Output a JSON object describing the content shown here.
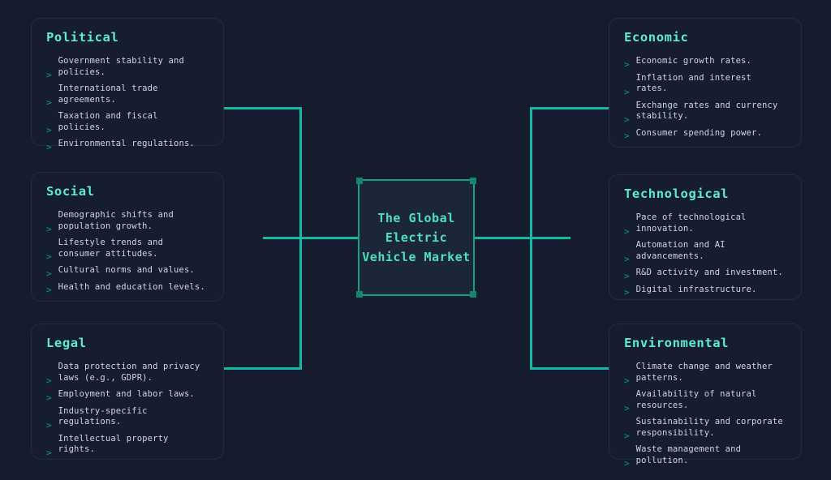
{
  "theme": {
    "background": "#141c2e",
    "card_background": "#151d2f",
    "card_border": "#232c42",
    "accent_heading": "#5eead4",
    "accent_connector": "#14b8a6",
    "bullet_color": "#0e9f6e",
    "body_text": "#ccd6e4",
    "center_node_background": "#1c2639",
    "center_node_border": "#13a184",
    "center_node_text": "#4fe0bb",
    "handle_color": "#12876c"
  },
  "center": {
    "label": "The Global\nElectric\nVehicle Market",
    "selected": true,
    "handles": [
      "top-left",
      "top-right",
      "bottom-left",
      "bottom-right"
    ]
  },
  "bullet_glyph": ">",
  "cards": {
    "political": {
      "title": "Political",
      "items": [
        "Government stability and policies.",
        "International trade agreements.",
        "Taxation and fiscal policies.",
        "Environmental regulations."
      ]
    },
    "social": {
      "title": "Social",
      "items": [
        "Demographic shifts and population growth.",
        "Lifestyle trends and consumer attitudes.",
        "Cultural norms and values.",
        "Health and education levels."
      ]
    },
    "legal": {
      "title": "Legal",
      "items": [
        "Data protection and privacy laws (e.g., GDPR).",
        "Employment and labor laws.",
        "Industry-specific regulations.",
        "Intellectual property rights."
      ]
    },
    "economic": {
      "title": "Economic",
      "items": [
        "Economic growth rates.",
        "Inflation and interest rates.",
        "Exchange rates and currency stability.",
        "Consumer spending power."
      ]
    },
    "technological": {
      "title": "Technological",
      "items": [
        "Pace of technological innovation.",
        "Automation and AI advancements.",
        "R&D activity and investment.",
        "Digital infrastructure."
      ]
    },
    "environmental": {
      "title": "Environmental",
      "items": [
        "Climate change and weather patterns.",
        "Availability of natural resources.",
        "Sustainability and corporate responsibility.",
        "Waste management and pollution."
      ]
    }
  }
}
